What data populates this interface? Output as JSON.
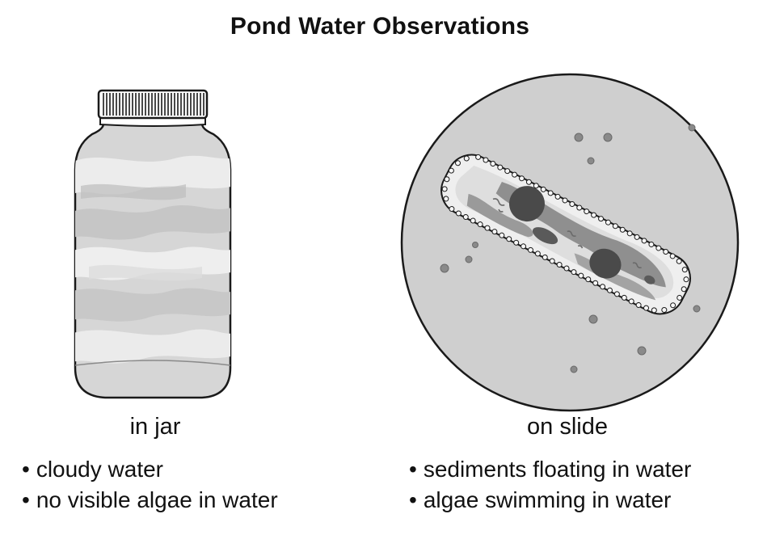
{
  "title": "Pond Water Observations",
  "jar": {
    "caption": "in jar",
    "notes": [
      "cloudy water",
      "no visible algae in water"
    ]
  },
  "slide": {
    "caption": "on slide",
    "notes": [
      "sediments floating in water",
      "algae swimming in water"
    ]
  }
}
